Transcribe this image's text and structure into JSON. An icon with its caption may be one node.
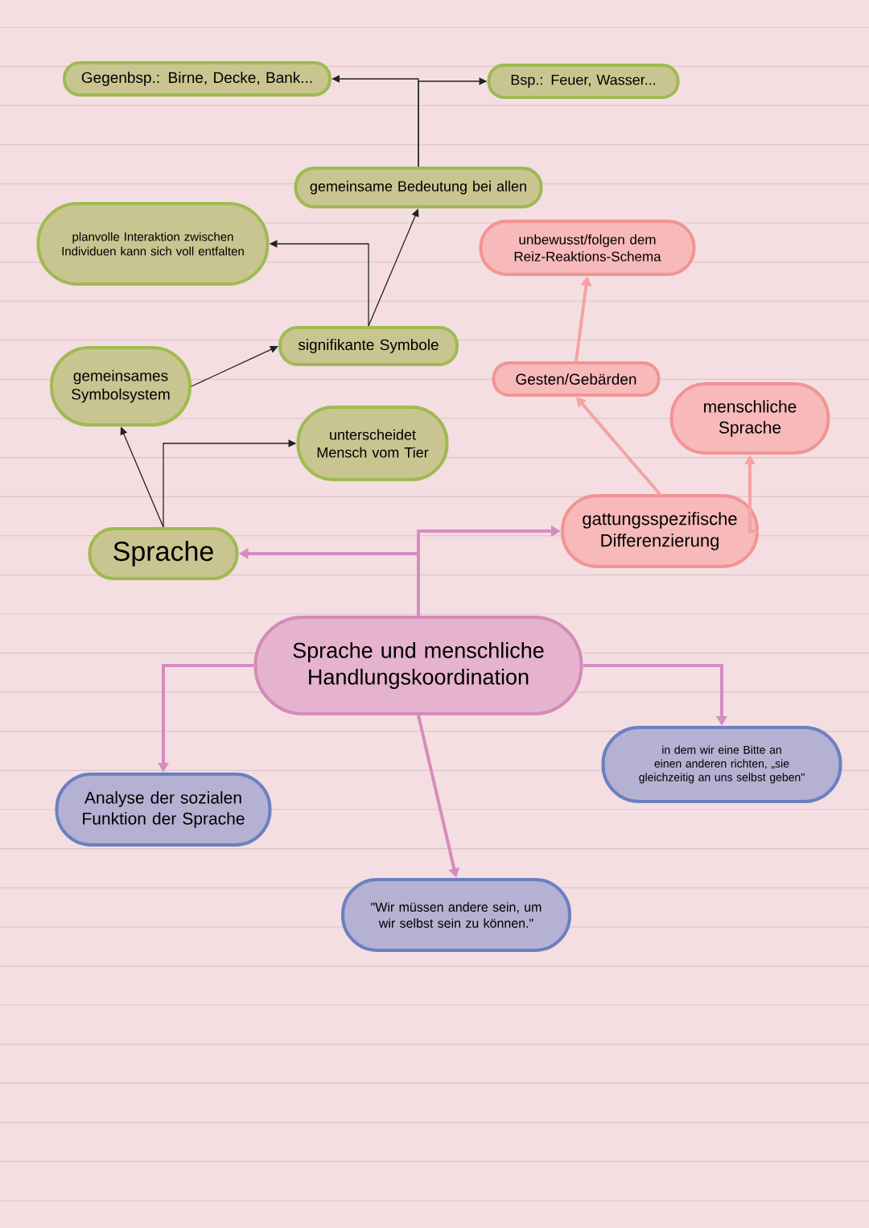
{
  "diagram": {
    "nodes": [
      {
        "text": [
          "Gegenbsp.: Birne, Decke, Bank..."
        ]
      },
      {
        "text": [
          "Bsp.: Feuer, Wasser..."
        ]
      },
      {
        "text": [
          "gemeinsame Bedeutung bei allen"
        ]
      },
      {
        "text": [
          "planvolle Interaktion zwischen Individuen kann sich voll entfalten"
        ]
      },
      {
        "text": [
          "unbewusst/folgen dem Reiz-Reaktions-Schema"
        ]
      },
      {
        "text": [
          "signifikante Symbole"
        ]
      },
      {
        "text": [
          "Gesten/Gebärden"
        ]
      },
      {
        "text": [
          "gemeinsames Symbolsystem"
        ]
      },
      {
        "text": [
          "menschliche Sprache"
        ]
      },
      {
        "text": [
          "unterscheidet Mensch vom Tier"
        ]
      },
      {
        "text": [
          "Sprache"
        ]
      },
      {
        "text": [
          "gattungsspezifische Differenzierung"
        ]
      },
      {
        "text": [
          "Sprache und menschliche Handlungskoordination"
        ]
      },
      {
        "text": [
          "in dem wir eine Bitte an einen anderen richten, „sie gleichzeitig an uns selbst geben\""
        ]
      },
      {
        "text": [
          "Analyse der sozialen Funktion der Sprache"
        ]
      },
      {
        "text": [
          "\"Wir müssen andere sein, um wir selbst sein zu können.\""
        ]
      }
    ],
    "edges": [
      {
        "from": 2,
        "to": 0,
        "arrow": "to"
      },
      {
        "from": 2,
        "to": 1,
        "arrow": "to"
      },
      {
        "from": 5,
        "to": 3,
        "arrow": "to"
      },
      {
        "from": 5,
        "to": 2,
        "arrow": "to"
      },
      {
        "from": 7,
        "to": 5,
        "arrow": "to"
      },
      {
        "from": 10,
        "to": 7,
        "arrow": "to"
      },
      {
        "from": 10,
        "to": 9,
        "arrow": "to"
      },
      {
        "from": 6,
        "to": 4,
        "arrow": "to",
        "color": "#f4a3a3"
      },
      {
        "from": 11,
        "to": 6,
        "arrow": "to",
        "color": "#f4a3a3"
      },
      {
        "from": 11,
        "to": 8,
        "arrow": "to",
        "color": "#f4a3a3"
      },
      {
        "from": 12,
        "to": 10,
        "arrow": "to",
        "color": "#d68cc0"
      },
      {
        "from": 12,
        "to": 11,
        "arrow": "to",
        "color": "#d68cc0"
      },
      {
        "from": 12,
        "to": 14,
        "arrow": "to",
        "color": "#d68cc0"
      },
      {
        "from": 12,
        "to": 13,
        "arrow": "to",
        "color": "#d68cc0"
      },
      {
        "from": 12,
        "to": 15,
        "arrow": "to",
        "color": "#d68cc0"
      }
    ]
  }
}
